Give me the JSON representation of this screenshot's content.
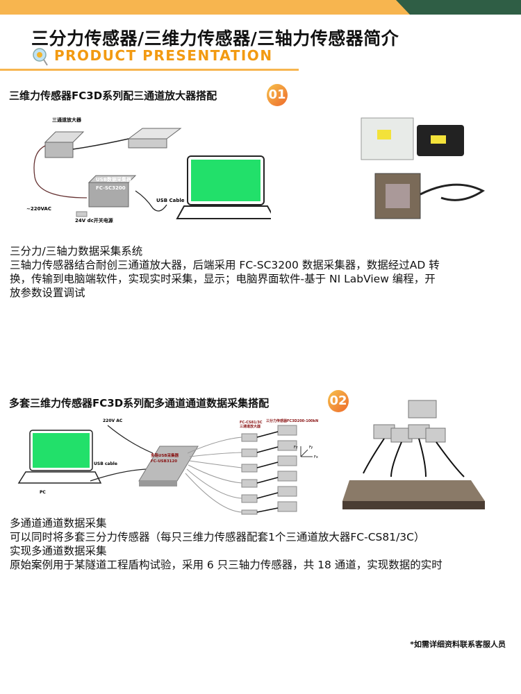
{
  "header": {
    "title": "三分力传感器/三维力传感器/三轴力传感器简介",
    "subtitle": "PRODUCT PRESENTATION"
  },
  "section1": {
    "title": "三维力传感器FC3D系列配三通道放大器搭配",
    "badge": "01",
    "diagram": {
      "amp": "三通道放大器",
      "daq_line1": "USB数据采集器",
      "daq_line2": "FC-SC3200",
      "cable": "USB Cable",
      "ac": "~220VAC",
      "psu": "24V dc开关电源"
    },
    "lines": [
      "三分力/三轴力数据采集系统",
      "三轴力传感器结合耐创三通道放大器，后端采用 FC-SC3200 数据采集器，数据经过AD 转",
      "换，传输到电脑端软件，实现实时采集，显示；电脑界面软件-基于 NI LabView 编程，开",
      "放参数设置调试"
    ]
  },
  "section2": {
    "title": "多套三维力传感器FC3D系列配多通道通道数据采集搭配",
    "badge": "02",
    "diagram": {
      "ac": "220V AC",
      "cable": "USB cable",
      "pc": "PC",
      "daq_line1": "多路USB采集器",
      "daq_line2": "FC-USB3120",
      "amp_line1": "FC-CS81/3C",
      "amp_line2": "三通道放大器",
      "sensor": "三分力传感器FC3D200-100kN",
      "fz": "Fz",
      "fy": "Fy",
      "fx": "Fx"
    },
    "lines": [
      "多通道通道数据采集",
      "可以同时将多套三分力传感器（每只三维力传感器配套1个三通道放大器FC-CS81/3C）",
      "实现多通道数据采集",
      "原始案例用于某隧道工程盾构试验，采用 6 只三轴力传感器，共 18 通道，实现数据的实时"
    ]
  },
  "footer": "*如需详细资料联系客服人员"
}
